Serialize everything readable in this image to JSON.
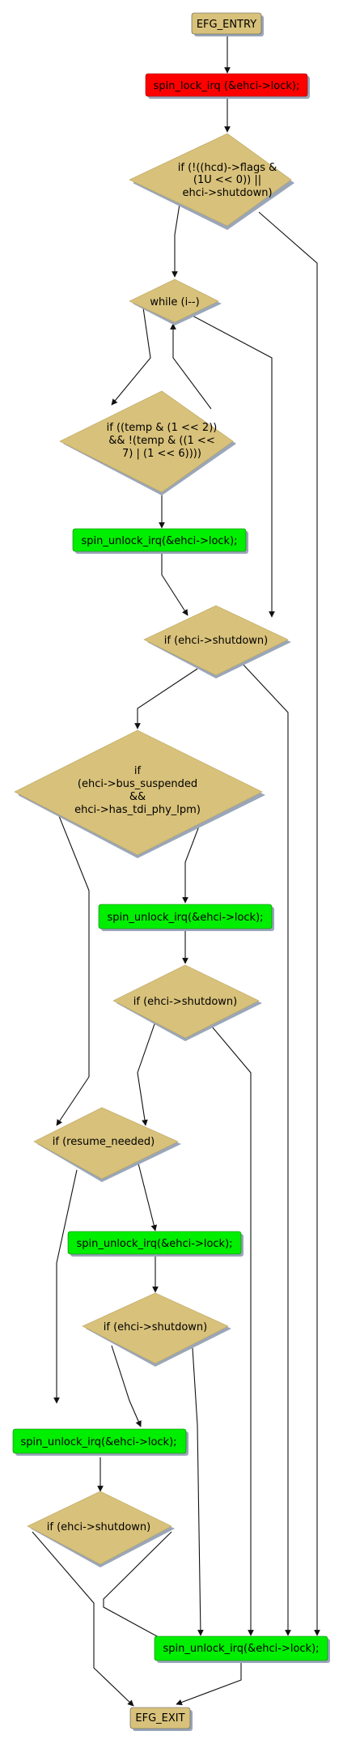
{
  "colors": {
    "decision_fill": "#d8c17a",
    "action_lock_fill": "#ff0000",
    "action_unlock_fill": "#00ee00",
    "edge": "#111111",
    "shadow": "#9aa6b8"
  },
  "nodes": {
    "entry": "EFG_ENTRY",
    "lock": "spin_lock_irq (&ehci->lock);",
    "cond_flags": [
      "if (!((hcd)->flags &",
      "(1U << 0)) ||",
      "ehci->shutdown)"
    ],
    "while_i": "while (i--)",
    "cond_temp": [
      "if ((temp & (1 << 2))",
      "&& !(temp & ((1 <<",
      "7) | (1 << 6))))"
    ],
    "unlock_1": "spin_unlock_irq(&ehci->lock);",
    "shutdown_1": "if (ehci->shutdown)",
    "cond_bus": [
      "if",
      "(ehci->bus_suspended",
      "&&",
      "ehci->has_tdi_phy_lpm)"
    ],
    "unlock_2": "spin_unlock_irq(&ehci->lock);",
    "shutdown_2": "if (ehci->shutdown)",
    "resume_needed": "if (resume_needed)",
    "unlock_3": "spin_unlock_irq(&ehci->lock);",
    "shutdown_3": "if (ehci->shutdown)",
    "unlock_4": "spin_unlock_irq(&ehci->lock);",
    "shutdown_4": "if (ehci->shutdown)",
    "unlock_final": "spin_unlock_irq(&ehci->lock);",
    "exit": "EFG_EXIT"
  }
}
